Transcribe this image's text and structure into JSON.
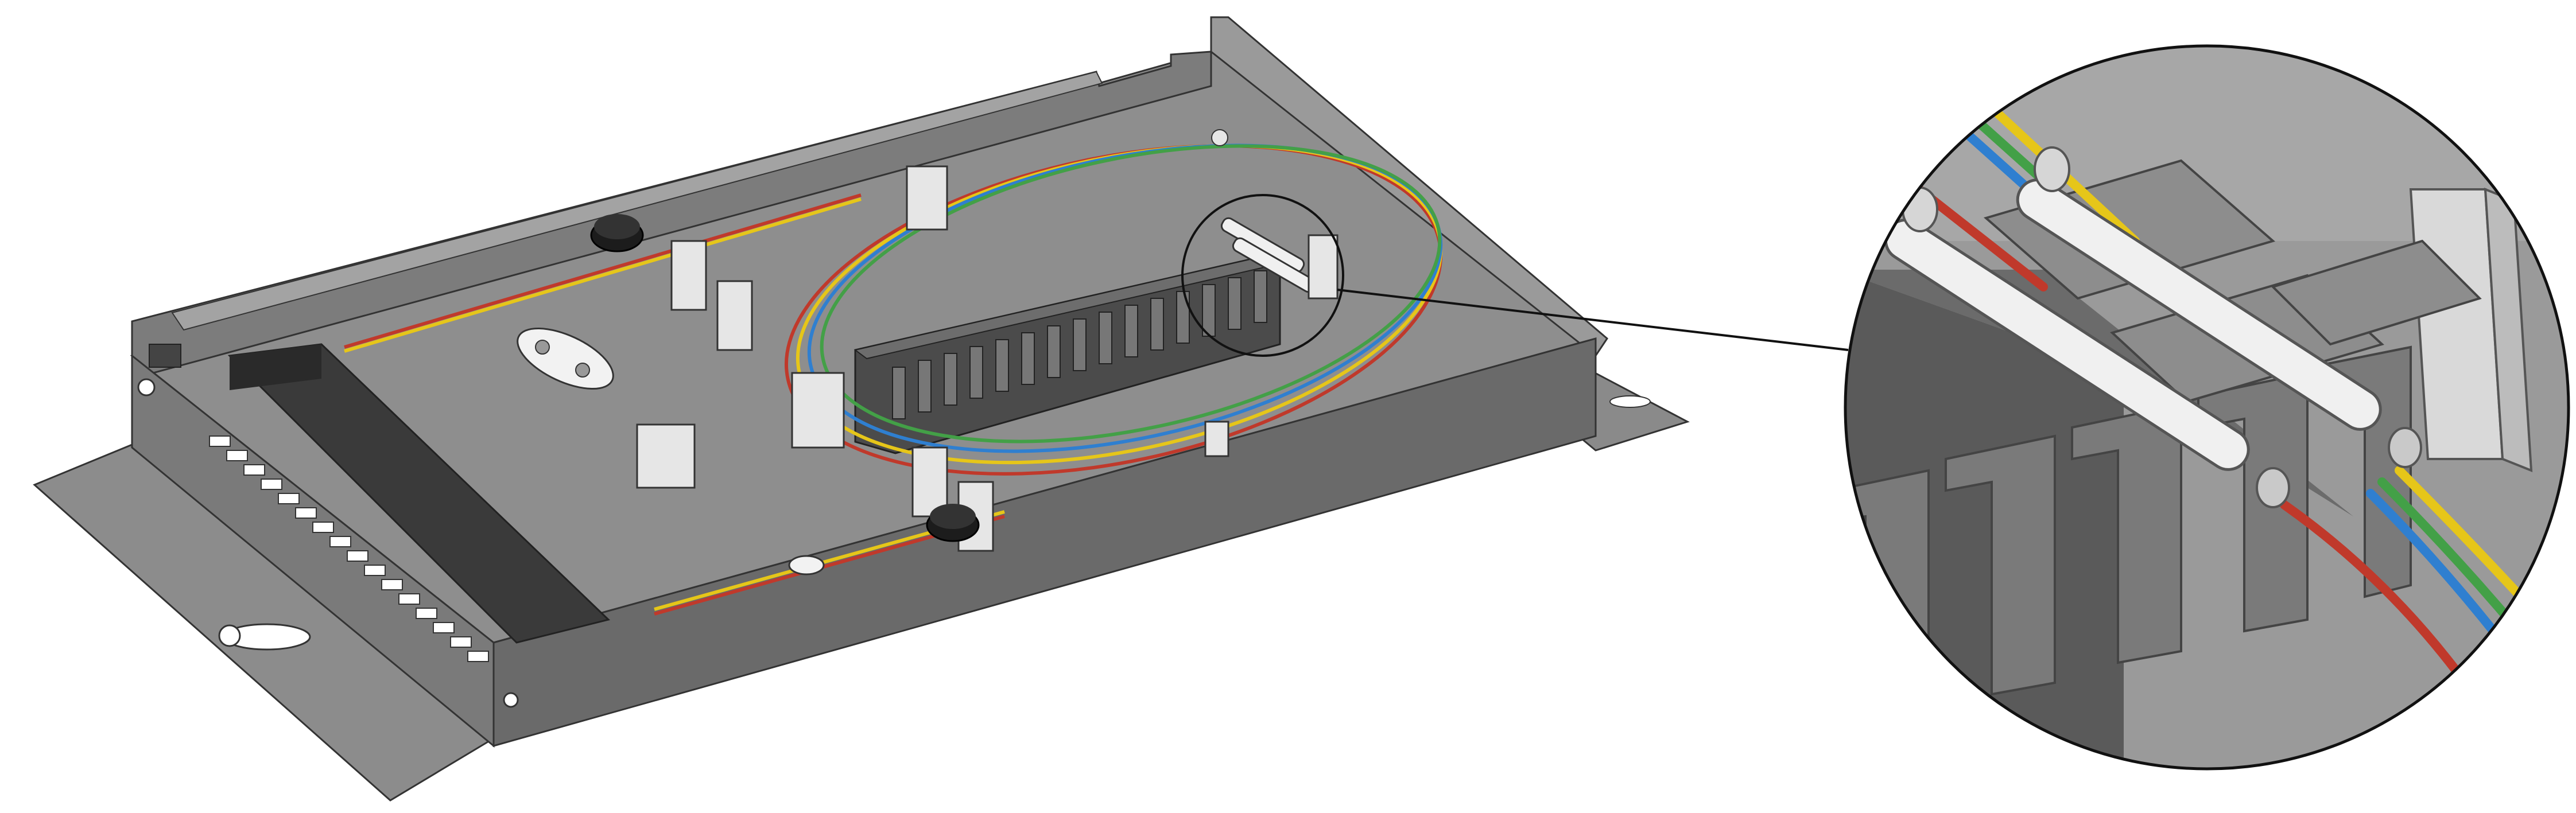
{
  "figure": {
    "description_visible_text": "",
    "palette": {
      "background": "#ffffff",
      "tray_base": "#8e8e8e",
      "tray_wall_dark": "#5e5e5e",
      "tray_wall_mid": "#7a7a7a",
      "tray_wall_light": "#a3a3a3",
      "splice_holder": "#4b4b4b",
      "clip_white": "#e6e6e6",
      "knob": "#1c1c1c",
      "fiber_red": "#c0392b",
      "fiber_yellow": "#e6c619",
      "fiber_blue": "#2f7fd0",
      "fiber_green": "#43a047",
      "sleeve_white": "#f0f0f0"
    },
    "callout": {
      "shape": "circle",
      "target": "splice-protection-sleeves",
      "zoom_view": "magnified-circle"
    },
    "components": [
      "fiber-splice-tray-icon",
      "splice-sleeve-holder-icon",
      "fiber-loop-icon",
      "cable-clip-icon",
      "mounting-knob-icon",
      "keyhole-slot-icon",
      "magnifier-callout-icon"
    ]
  }
}
